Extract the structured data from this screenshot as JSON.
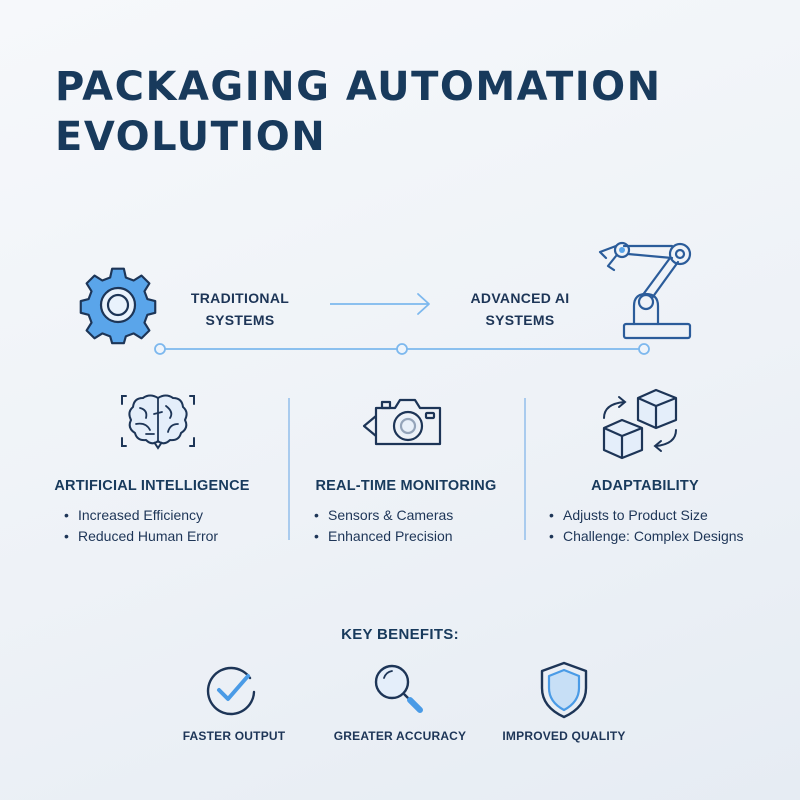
{
  "title": {
    "line1": "PACKAGING AUTOMATION",
    "line2": "EVOLUTION"
  },
  "timeline": {
    "from": {
      "line1": "TRADITIONAL",
      "line2": "SYSTEMS",
      "icon": "gear-icon"
    },
    "to": {
      "line1": "ADVANCED AI",
      "line2": "SYSTEMS",
      "icon": "robot-arm-icon"
    }
  },
  "columns": [
    {
      "icon": "brain-icon",
      "title": "ARTIFICIAL INTELLIGENCE",
      "bullets": [
        "Increased Efficiency",
        "Reduced Human Error"
      ]
    },
    {
      "icon": "camera-icon",
      "title": "REAL-TIME MONITORING",
      "bullets": [
        "Sensors & Cameras",
        "Enhanced Precision"
      ]
    },
    {
      "icon": "boxes-cycle-icon",
      "title": "ADAPTABILITY",
      "bullets": [
        "Adjusts to Product Size",
        "Challenge: Complex Designs"
      ]
    }
  ],
  "key_benefits": {
    "title": "KEY BENEFITS:",
    "items": [
      {
        "icon": "check-circle-icon",
        "label": "FASTER OUTPUT"
      },
      {
        "icon": "magnifier-icon",
        "label": "GREATER ACCURACY"
      },
      {
        "icon": "shield-icon",
        "label": "IMPROVED QUALITY"
      }
    ]
  },
  "colors": {
    "title": "#183a5c",
    "accent": "#4a9be6",
    "accent_light": "#a9cbee"
  }
}
